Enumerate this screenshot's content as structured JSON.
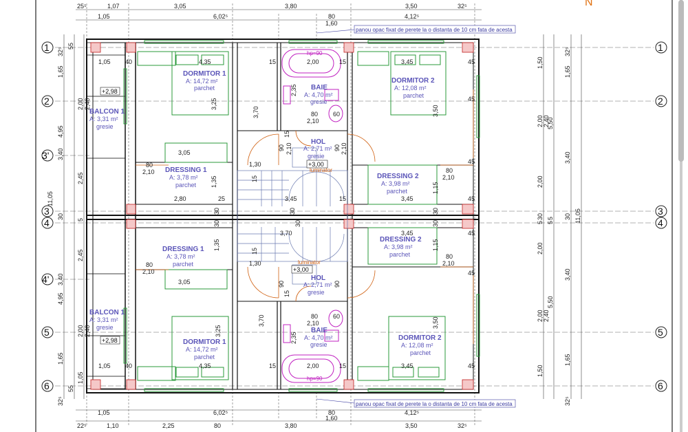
{
  "north": "N",
  "axes": [
    "1",
    "2",
    "3'",
    "3",
    "4",
    "4'",
    "5",
    "6"
  ],
  "top_dims_row1": [
    "25⁵",
    "1,07",
    "3,05",
    "3,80",
    "3,50",
    "32⁵"
  ],
  "top_dims_row2": [
    "1,05",
    "6,02⁵",
    "80",
    "4,12⁵"
  ],
  "top_dim_160": "1,60",
  "bottom_dims_row1": [
    "1,05",
    "6,02⁵",
    "80",
    "4,12⁵"
  ],
  "bottom_dim_160": "1,60",
  "bottom_dims_row2": [
    "22⁵",
    "1,10",
    "2,25",
    "80",
    "3,80",
    "3,50",
    "32⁵"
  ],
  "note": "panou opac fixat de perete la o distanta de 10 cm fata de acesta",
  "rooms": [
    {
      "name": "DORMITOR 1",
      "area": "A: 14,72 m²",
      "floor": "parchet"
    },
    {
      "name": "BAIE",
      "area": "A: 4,70 m²",
      "floor": "gresie"
    },
    {
      "name": "DORMITOR 2",
      "area": "A: 12,08 m²",
      "floor": "parchet"
    },
    {
      "name": "BALCON 1",
      "area": "A: 3,31 m²",
      "floor": "gresie"
    },
    {
      "name": "HOL",
      "area": "A: 2,71 m²",
      "floor": "gresie"
    },
    {
      "name": "DRESSING 1",
      "area": "A: 3,78 m²",
      "floor": "parchet"
    },
    {
      "name": "DRESSING 2",
      "area": "A: 3,98 m²",
      "floor": "parchet"
    },
    {
      "name": "DRESSING 1",
      "area": "A: 3,78 m²",
      "floor": "parchet"
    },
    {
      "name": "DRESSING 2",
      "area": "A: 3,98 m²",
      "floor": "parchet"
    },
    {
      "name": "HOL",
      "area": "A: 2,71 m²",
      "floor": "gresie"
    },
    {
      "name": "BALCON 1",
      "area": "A: 3,31 m²",
      "floor": "gresie"
    },
    {
      "name": "BAIE",
      "area": "A: 4,70 m²",
      "floor": "gresie"
    },
    {
      "name": "DORMITOR 1",
      "area": "A: 14,72 m²",
      "floor": "parchet"
    },
    {
      "name": "DORMITOR 2",
      "area": "A: 12,08 m²",
      "floor": "parchet"
    }
  ],
  "levels": [
    "+2,98",
    "+3,00",
    "+3,00",
    "+2,98"
  ],
  "luminator": "luminator",
  "interior_dims": [
    "1,05",
    "40",
    "4,35",
    "15",
    "2,00",
    "15",
    "3,45",
    "45",
    "80",
    "2,10",
    "80",
    "2,10",
    "60",
    "3,05",
    "80",
    "2,10",
    "1,30",
    "80",
    "2,10",
    "2,80",
    "25",
    "3,45",
    "15",
    "3,45",
    "45",
    "3,70",
    "3,45",
    "1,30",
    "80",
    "2,10",
    "3,05",
    "80",
    "2,10",
    "60",
    "1,05",
    "40",
    "4,35",
    "15",
    "2,00",
    "15",
    "3,45",
    "45",
    "45",
    "45",
    "45",
    "45"
  ],
  "interior_vdims": [
    "3,25",
    "3,70",
    "3,50",
    "2,35",
    "1,35",
    "1,35",
    "1,15",
    "1,15",
    "3,70",
    "3,25",
    "3,50",
    "2,35",
    "90",
    "90",
    "90",
    "90",
    "15",
    "15",
    "2,10",
    "2,10",
    "30",
    "30",
    "30",
    "30",
    "30",
    "30",
    "15",
    "15"
  ],
  "left_dims_outer": [
    "1,65",
    "4,95",
    "11,05",
    "4,95",
    "1,65"
  ],
  "left_dims_inner": [
    "32⁵",
    "2,00",
    "2,40",
    "3,40",
    "2,45",
    "30",
    "5",
    "2,45",
    "3,40",
    "2,00",
    "2,40",
    "1,05",
    "32⁵"
  ],
  "left_dims_small": [
    "55",
    "55"
  ],
  "right_dims_a": [
    "1,50",
    "2,00",
    "2,40",
    "2,00",
    "30",
    "5",
    "2,00",
    "2,00",
    "2,40",
    "1,50"
  ],
  "right_dims_b": [
    "5,50",
    "5,50"
  ],
  "right_dims_c": [
    "32⁵",
    "1,65",
    "3,40",
    "11,05",
    "3,40",
    "1,65",
    "32⁵"
  ],
  "right_dims_small": [
    "5",
    "30",
    "5"
  ]
}
